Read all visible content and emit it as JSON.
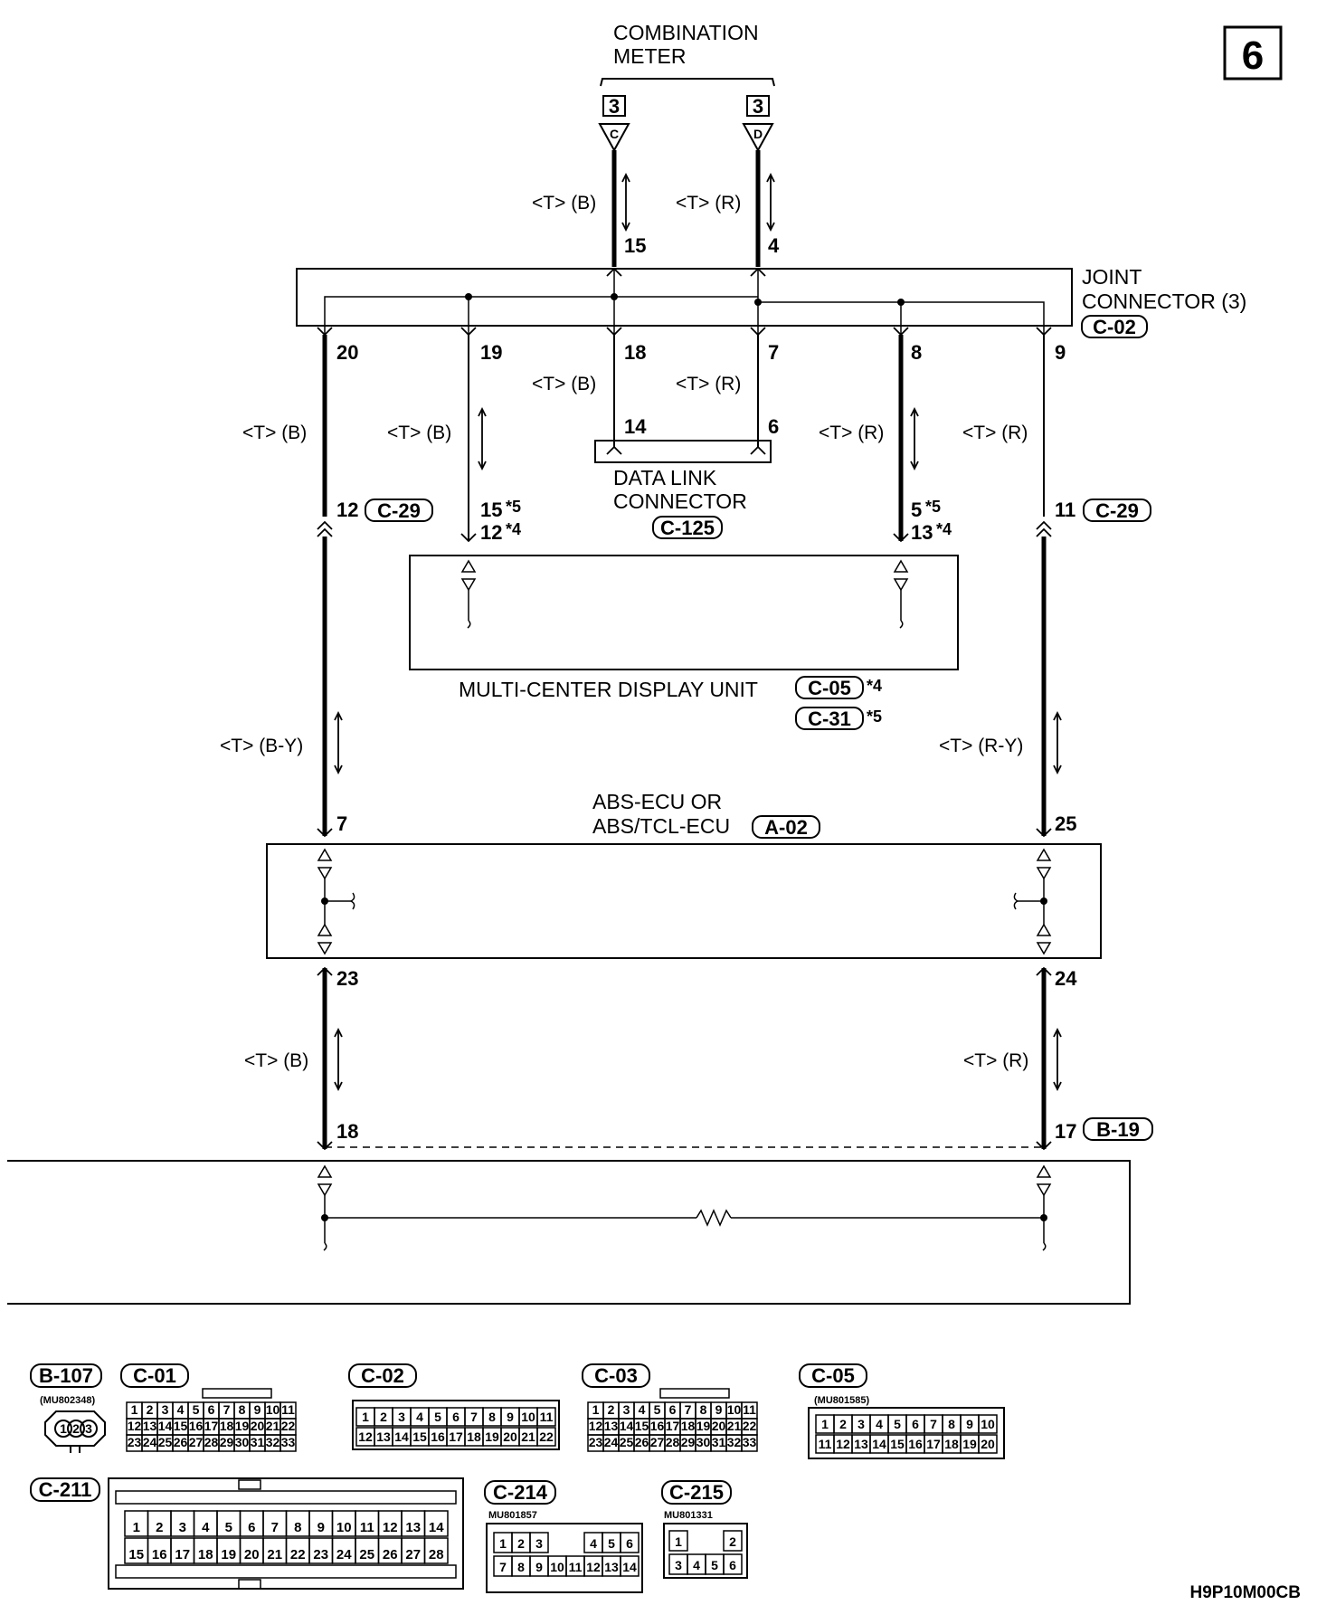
{
  "page_number": "6",
  "figure_code": "H9P10M00CB",
  "combination_meter": {
    "title_line1": "COMBINATION",
    "title_line2": "METER",
    "terminal_left_box": "3",
    "terminal_left_letter": "C",
    "terminal_right_box": "3",
    "terminal_right_letter": "D"
  },
  "joint_connector": {
    "line1": "JOINT",
    "line2": "CONNECTOR (3)",
    "code": "C-02",
    "pins_top": [
      "15",
      "4"
    ],
    "pins_bottom": [
      "20",
      "19",
      "18",
      "7",
      "8",
      "9"
    ]
  },
  "wire_labels": {
    "meter_left": "<T> (B)",
    "meter_right": "<T> (R)",
    "dlc_left": "<T> (B)",
    "dlc_right": "<T> (R)",
    "col1": "<T> (B)",
    "col2": "<T> (B)",
    "col5": "<T> (R)",
    "col6": "<T> (R)",
    "abs_left": "<T> (B-Y)",
    "abs_right": "<T> (R-Y)",
    "bottom_left": "<T> (B)",
    "bottom_right": "<T> (R)"
  },
  "data_link_connector": {
    "line1": "DATA LINK",
    "line2": "CONNECTOR",
    "code": "C-125",
    "pin_left": "14",
    "pin_right": "6"
  },
  "junction_c29": {
    "code": "C-29",
    "pin_left": "12",
    "pin_right": "11"
  },
  "multi_center_display": {
    "label": "MULTI-CENTER DISPLAY UNIT",
    "code1": "C-05",
    "note1": "*4",
    "code2": "C-31",
    "note2": "*5",
    "pin_left_a": "15",
    "pin_left_a_note": "*5",
    "pin_left_b": "12",
    "pin_left_b_note": "*4",
    "pin_right_a": "5",
    "pin_right_a_note": "*5",
    "pin_right_b": "13",
    "pin_right_b_note": "*4"
  },
  "abs_ecu": {
    "line1": "ABS-ECU OR",
    "line2": "ABS/TCL-ECU",
    "code": "A-02",
    "pin_in_left": "7",
    "pin_in_right": "25",
    "pin_out_left": "23",
    "pin_out_right": "24"
  },
  "bottom_connector": {
    "code": "B-19",
    "pin_left": "18",
    "pin_right": "17"
  },
  "connectors": {
    "b107": {
      "code": "B-107",
      "part": "(MU802348)",
      "pins": [
        "1",
        "2",
        "3"
      ]
    },
    "c01": {
      "code": "C-01",
      "row1": [
        "1",
        "2",
        "3",
        "4",
        "5",
        "6",
        "7",
        "8",
        "9",
        "10",
        "11"
      ],
      "row2": [
        "12",
        "13",
        "14",
        "15",
        "16",
        "17",
        "18",
        "19",
        "20",
        "21",
        "22"
      ],
      "row3": [
        "23",
        "24",
        "25",
        "26",
        "27",
        "28",
        "29",
        "30",
        "31",
        "32",
        "33"
      ]
    },
    "c02": {
      "code": "C-02",
      "row1": [
        "1",
        "2",
        "3",
        "4",
        "5",
        "6",
        "7",
        "8",
        "9",
        "10",
        "11"
      ],
      "row2": [
        "12",
        "13",
        "14",
        "15",
        "16",
        "17",
        "18",
        "19",
        "20",
        "21",
        "22"
      ]
    },
    "c03": {
      "code": "C-03",
      "row1": [
        "1",
        "2",
        "3",
        "4",
        "5",
        "6",
        "7",
        "8",
        "9",
        "10",
        "11"
      ],
      "row2": [
        "12",
        "13",
        "14",
        "15",
        "16",
        "17",
        "18",
        "19",
        "20",
        "21",
        "22"
      ],
      "row3": [
        "23",
        "24",
        "25",
        "26",
        "27",
        "28",
        "29",
        "30",
        "31",
        "32",
        "33"
      ]
    },
    "c05": {
      "code": "C-05",
      "part": "(MU801585)",
      "row1": [
        "1",
        "2",
        "3",
        "4",
        "5",
        "6",
        "7",
        "8",
        "9",
        "10"
      ],
      "row2": [
        "11",
        "12",
        "13",
        "14",
        "15",
        "16",
        "17",
        "18",
        "19",
        "20"
      ]
    },
    "c211": {
      "code": "C-211",
      "row1": [
        "1",
        "2",
        "3",
        "4",
        "5",
        "6",
        "7",
        "8",
        "9",
        "10",
        "11",
        "12",
        "13",
        "14"
      ],
      "row2": [
        "15",
        "16",
        "17",
        "18",
        "19",
        "20",
        "21",
        "22",
        "23",
        "24",
        "25",
        "26",
        "27",
        "28"
      ]
    },
    "c214": {
      "code": "C-214",
      "part": "MU801857",
      "row1a": [
        "1",
        "2",
        "3"
      ],
      "row1b": [
        "4",
        "5",
        "6"
      ],
      "row2": [
        "7",
        "8",
        "9",
        "10",
        "11",
        "12",
        "13",
        "14"
      ]
    },
    "c215": {
      "code": "C-215",
      "part": "MU801331",
      "row1": [
        "1",
        "2"
      ],
      "row2": [
        "3",
        "4",
        "5",
        "6"
      ]
    }
  }
}
